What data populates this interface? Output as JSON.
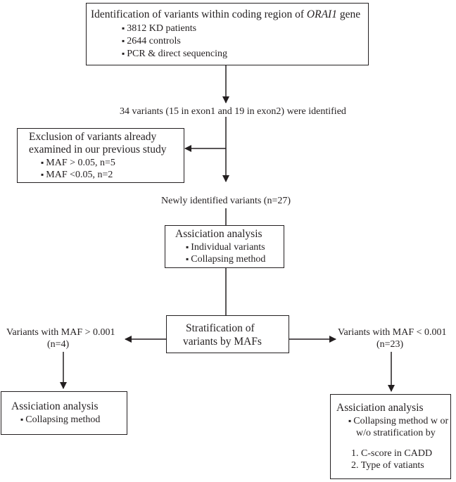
{
  "top_box": {
    "title_prefix": "Identification of variants within coding region of ",
    "title_gene": "ORAI1",
    "title_suffix": " gene",
    "items": [
      "3812 KD patients",
      "2644 controls",
      "PCR & direct sequencing"
    ]
  },
  "variants_identified": "34 variants (15 in exon1 and 19 in exon2) were identified",
  "exclusion_box": {
    "title_line1": "Exclusion of variants already",
    "title_line2": "examined in our previous study",
    "items": [
      "MAF > 0.05, n=5",
      "MAF <0.05, n=2"
    ]
  },
  "newly_identified": "Newly identified variants  (n=27)",
  "assoc_box_center": {
    "title": "Assiciation analysis",
    "items": [
      "Individual variants",
      "Collapsing method"
    ]
  },
  "stratification_box": {
    "line1": "Stratification of",
    "line2": "variants by MAFs"
  },
  "left_branch": {
    "line1": "Variants with MAF > 0.001",
    "line2": "(n=4)"
  },
  "right_branch": {
    "line1": "Variants with MAF < 0.001",
    "line2": "(n=23)"
  },
  "assoc_box_left": {
    "title": "Assiciation analysis",
    "items": [
      "Collapsing method"
    ]
  },
  "assoc_box_right": {
    "title": "Assiciation analysis",
    "item_line1": "Collapsing method w or",
    "item_line2": "w/o stratification by",
    "numbered": [
      "1. C-score in CADD",
      "2. Type of vatiants"
    ]
  }
}
